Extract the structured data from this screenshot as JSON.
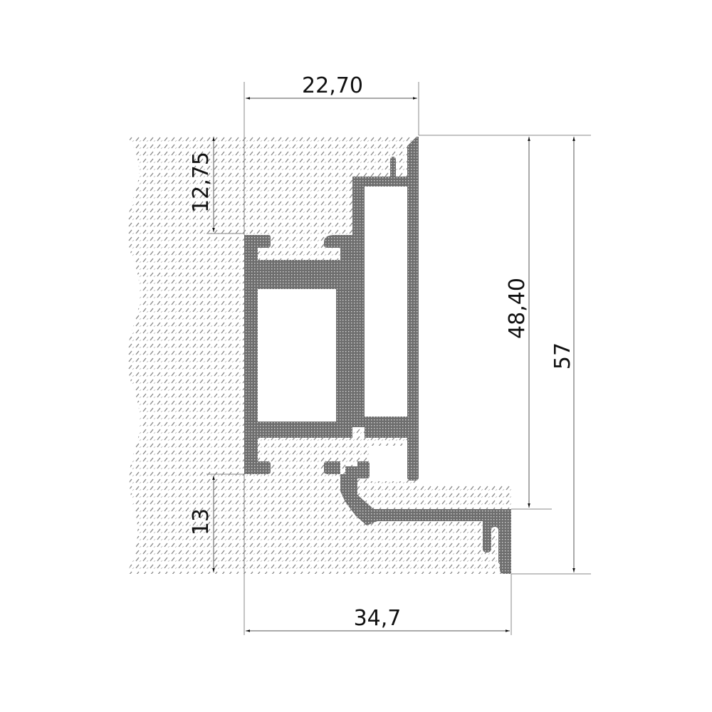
{
  "drawing": {
    "type": "aluminium profile cross-section",
    "colors": {
      "profile_fill": "#6e6e6e",
      "profile_dots": "#d8d8d8",
      "wall_hatch_background": "#ffffff",
      "wall_hatch_marks": "#8a8a8a",
      "dimension_lines": "#888888",
      "text": "#111111"
    }
  },
  "dimensions": {
    "top_width": {
      "label": "22,70",
      "orientation": "horizontal"
    },
    "bottom_width": {
      "label": "34,7",
      "orientation": "horizontal"
    },
    "top_inset": {
      "label": "12,75",
      "orientation": "vertical"
    },
    "bottom_inset": {
      "label": "13",
      "orientation": "vertical"
    },
    "inner_height": {
      "label": "48,40",
      "orientation": "vertical"
    },
    "total_height": {
      "label": "57",
      "orientation": "vertical"
    }
  }
}
